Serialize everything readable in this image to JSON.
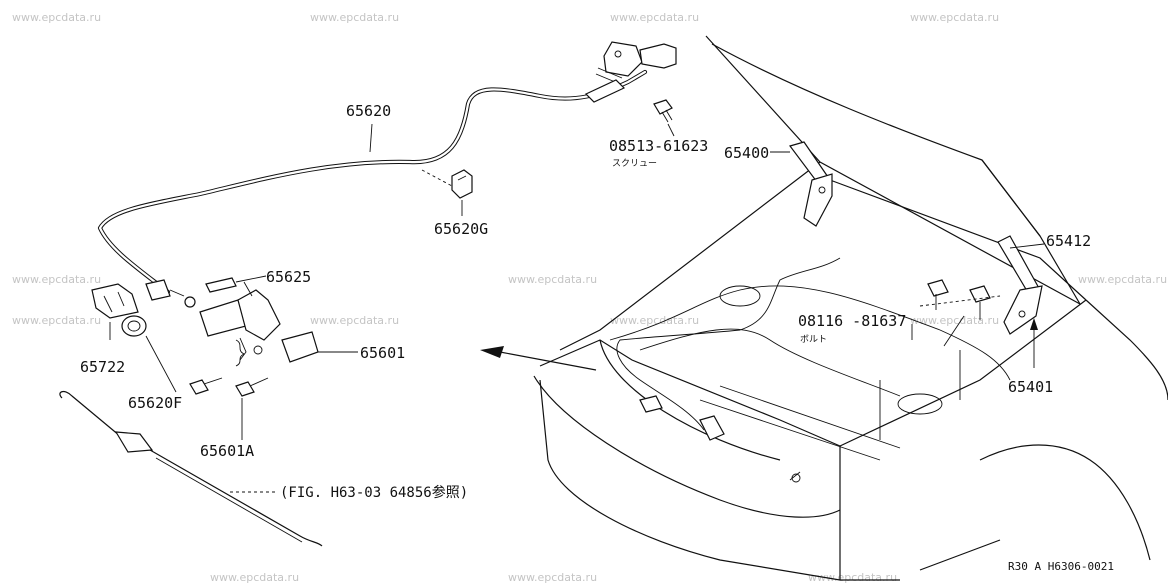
{
  "watermarks": [
    "www.epcdata.ru"
  ],
  "parts": {
    "hood_cable": "65620",
    "clip": "65620G",
    "screw_code": "08513-61623",
    "screw_sub": "スクリュー",
    "hinge_left": "65400",
    "hinge_right": "65412",
    "bolt_code": "08116 -81637",
    "bolt_sub": "ボルト",
    "hinge_lower": "65401",
    "bracket_clip": "65625",
    "lock": "65601",
    "lock_bolt": "65601A",
    "bumper": "65722",
    "grommet": "65620F"
  },
  "reference_note": "(FIG. H63-03 64856参照)",
  "diagram_code": "R30 A H6306-0021"
}
